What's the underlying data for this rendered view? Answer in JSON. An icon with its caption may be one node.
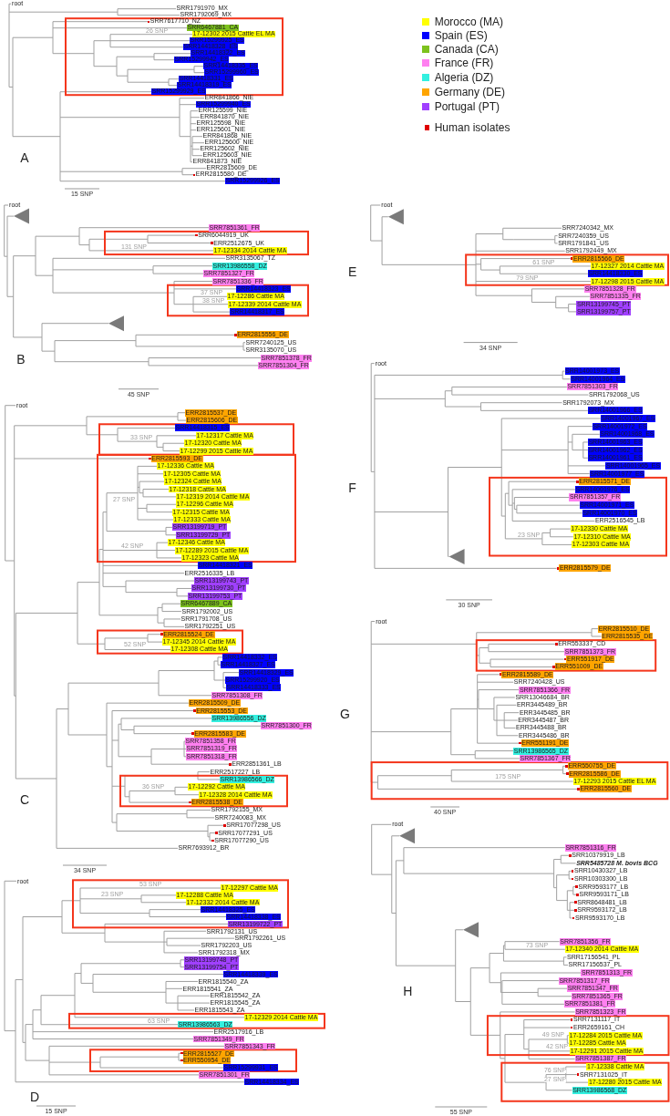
{
  "diagram": {
    "labels": [
      "root",
      "SRR1791970_MX",
      "SRR1792069_MX",
      "SRR7617710_NZ",
      "SRR6467881_CA",
      "17-12302 2015 Cattle EL MA",
      "SRR15299925_ES",
      "SRR14418328_ES",
      "SRR14418322_ES",
      "SRR15299942_ES",
      "SRR14418335_ES",
      "SRR15299960_ES",
      "SRR14418331_ES",
      "SRR14418319_ES",
      "SRR15299929_ES",
      "ERR841866_NIE",
      "SRR15299940_ES",
      "ERR125599_NIE",
      "ERR841870_NIE",
      "ERR125598_NIE",
      "ERR125601_NIE",
      "ERR841868_NIE",
      "ERR125600_NIE",
      "ERR125602_NIE",
      "ERR125603_NIE",
      "ERR841873_NIE",
      "ERR2815609_DE",
      "ERR2815580_DE",
      "SRR15299926_ES",
      "26 SNP",
      "A",
      "15 SNP",
      "root",
      "SRR7851361_FR",
      "SRR6044919_UK",
      "ERR2512675_UK",
      "17-12334 2014 Cattle MA",
      "SRR3135067_TZ",
      "SRR13986558_DZ",
      "SRR7851327_FR",
      "SRR7851336_FR",
      "SRR14418323_ES",
      "17-12286 Cattle MA",
      "17-12339 2014 Cattle MA",
      "SRR14418317_ES",
      "ERR2815556_DE",
      "SRR7240125_US",
      "SRR3135070_US",
      "SRR7851378_FR",
      "SRR7851304_FR",
      "131 SNP",
      "37 SNP",
      "38 SNP",
      "B",
      "45 SNP",
      "root",
      "ERR2815537_DE",
      "ERR2815606_DE",
      "SRR14418315_ES",
      "17-12317 Cattle MA",
      "17-12320 Cattle MA",
      "17-12299 2015 Cattle MA",
      "ERR2815593_DE",
      "17-12336 Cattle MA",
      "17-12305 Cattle MA",
      "17-12324 Cattle MA",
      "17-12318 Cattle MA",
      "17-12319 2014 Cattle MA",
      "17-12296 Cattle MA",
      "17-12315 Cattle MA",
      "17-12333 Cattle MA",
      "SRR13199719_PT",
      "SRR13199729_PT",
      "17-12346 Cattle MA",
      "17-12289 2015 Cattle MA",
      "17-12323 Cattle MA",
      "SRR14418321_ES",
      "ERR2516335_LB",
      "SRR13199743_PT",
      "SRR13199730_PT",
      "SRR13199753_PT",
      "SRR6467889_CA",
      "SRR1792002_US",
      "SRR1791708_US",
      "SRR1792251_US",
      "ERR2815524_DE",
      "17-12345 2014 Cattle MA",
      "17-12308 Cattle MA",
      "SRR14418332_ES",
      "SRR14418327_ES",
      "SRR14418329_ES",
      "SRR15299920_ES",
      "SRR14418333_ES",
      "SRR7851308_FR",
      "ERR2815509_DE",
      "ERR2815553_DE",
      "SRR13986556_DZ",
      "SRR7851300_FR",
      "ERR2815583_DE",
      "SRR7851358_FR",
      "SRR7851319_FR",
      "SRR7851318_FR",
      "ERR2851361_LB",
      "ERR2517227_LB",
      "SRR13986566_DZ",
      "17-12292 Cattle MA",
      "17-12328 2014 Cattle MA",
      "ERR2815538_DE",
      "SRR1792155_MX",
      "SRR7240083_MX",
      "SRR17077298_US",
      "SRR17077291_US",
      "SRR17077290_US",
      "SRR7693912_BR",
      "33 SNP",
      "27 SNP",
      "42 SNP",
      "52 SNP",
      "36 SNP",
      "C",
      "34 SNP",
      "root",
      "17-12297 Cattle MA",
      "17-12288 Cattle MA",
      "17-12332 2014 Cattle MA",
      "SRR14418325_ES",
      "SRR14418338_ES",
      "SRR13199722_PT",
      "SRR1792131_US",
      "SRR1792261_US",
      "SRR1792203_US",
      "SRR1792318_MX",
      "SRR13199748_PT",
      "SRR13199754_PT",
      "SRR14418339_ES",
      "ERR1815540_ZA",
      "ERR1815541_ZA",
      "ERR1815542_ZA",
      "ERR1815545_ZA",
      "ERR1815543_ZA",
      "17-12329 2014 Cattle MA",
      "SRR13986563_DZ",
      "ERR2517916_LB",
      "SRR7851349_FR",
      "SRR7851343_FR",
      "ERR2815527_DE",
      "ERR550954_DE",
      "SRR15299931_ES",
      "SRR7851301_FR",
      "SRR14418334_ES",
      "53 SNP",
      "23 SNP",
      "63 SNP",
      "D",
      "15 SNP",
      "root",
      "SRR7240342_MX",
      "SRR7240359_US",
      "SRR1791841_US",
      "SRR1792449_MX",
      "ERR2815566_DE",
      "17-12327 2014 Cattle MA",
      "SRR14418330_ES",
      "17-12298 2015 Cattle MA",
      "SRR7851328_FR",
      "SRR7851335_FR",
      "SRR13199745_PT",
      "SRR13199757_PT",
      "61 SNP",
      "79 SNP",
      "E",
      "34 SNP",
      "root",
      "SRR14001973_ES",
      "SRR14001964_ES",
      "SRR7851303_FR",
      "SRR1792068_US",
      "SRR1792073_MX",
      "SRR14001966_ES",
      "SRR14001967_ES",
      "SRR14001972_ES",
      "SRR14001968_ES",
      "SRR14001963_ES",
      "SRR14001962_ES",
      "SRR14001961_ES",
      "SRR14001965_ES",
      "SRR14001977_ES",
      "ERR2815571_DE",
      "SRR14001976_ES",
      "SRR7851357_FR",
      "SRR14001971_ES",
      "SRR14001970_ES",
      "ERR2516545_LB",
      "17-12330 Cattle MA",
      "17-12310 Cattle MA",
      "17-12303 Cattle MA",
      "ERR2815579_DE",
      "23 SNP",
      "F",
      "30 SNP",
      "root",
      "ERR2815510_DE",
      "ERR2815535_DE",
      "ERR553337_CD",
      "SRR7851373_FR",
      "ERR551917_DE",
      "ERR551009_DE",
      "ERR2815589_DE",
      "SRR7240428_US",
      "SRR7851366_FR",
      "SRR13046684_BR",
      "ERR3445489_BR",
      "ERR3445485_BR",
      "ERR3445487_BR",
      "ERR3445488_BR",
      "ERR3445486_BR",
      "ERR551191_DE",
      "SRR13986565_DZ",
      "SRR7851367_FR",
      "ERR550755_DE",
      "ERR2815586_DE",
      "17-12293 2015 Cattle EL MA",
      "ERR2815560_DE",
      "175 SNP",
      "G",
      "40 SNP",
      "root",
      "SRR7851316_FR",
      "SRR10379919_LB",
      "SRR5485728 M. bovis BCG",
      "SRR10430327_LB",
      "SRR10303300_LB",
      "SRR9593177_LB",
      "SRR9593171_LB",
      "SRR8648481_LB",
      "SRR9593172_LB",
      "SRR9593170_LB",
      "SRR7851356_FR",
      "17-12340 2014 Cattle MA",
      "SRR17156541_PL",
      "SRR17156537_PL",
      "SRR7851313_FR",
      "SRR7851317_FR",
      "SRR7851347_FR",
      "SRR7851365_FR",
      "SRR7851381_FR",
      "SRR7851323_FR",
      "SRR7131117_IT",
      "ERR2659161_CH",
      "17-12284 2015 Cattle MA",
      "17-12285 Cattle MA",
      "17-12291 2015 Cattle MA",
      "SRR7851387_FR",
      "17-12338 Cattle MA",
      "SRR7131025_IT",
      "17-12280 2015 Cattle MA",
      "SRR13986568_DZ",
      "73 SNP",
      "49 SNP",
      "42 SNP",
      "76 SNP",
      "27 SNP",
      "H",
      "55 SNP"
    ],
    "legend": [
      {
        "text": "Morocco (MA)",
        "color": "#ffff00"
      },
      {
        "text": "Spain (ES)",
        "color": "#0000ff"
      },
      {
        "text": "Canada (CA)",
        "color": "#7dc21e"
      },
      {
        "text": "France (FR)",
        "color": "#ff80f0"
      },
      {
        "text": "Algeria (DZ)",
        "color": "#33f0e0"
      },
      {
        "text": "Germany (DE)",
        "color": "#ffa500"
      },
      {
        "text": "Portugal (PT)",
        "color": "#a040ff"
      },
      {
        "text": "Human isolates",
        "color": "#e00000"
      }
    ]
  }
}
